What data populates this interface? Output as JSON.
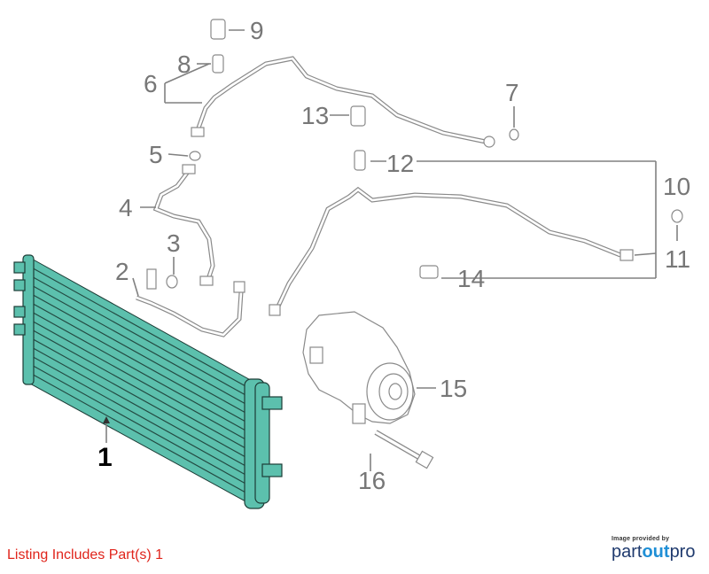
{
  "callouts": {
    "c1": "1",
    "c2": "2",
    "c3": "3",
    "c4": "4",
    "c5": "5",
    "c6": "6",
    "c7": "7",
    "c8": "8",
    "c9": "9",
    "c10": "10",
    "c11": "11",
    "c12": "12",
    "c13": "13",
    "c14": "14",
    "c15": "15",
    "c16": "16"
  },
  "listing": "Listing Includes Part(s) 1",
  "credit": {
    "provided_by": "Image provided by",
    "brand_part": "part",
    "brand_out": "out",
    "brand_pro": "pro"
  },
  "colors": {
    "highlight": "#5cc0ad",
    "listing_text": "#e0241b",
    "brand_dark": "#1f3a6e",
    "brand_light": "#1f8fd6"
  }
}
